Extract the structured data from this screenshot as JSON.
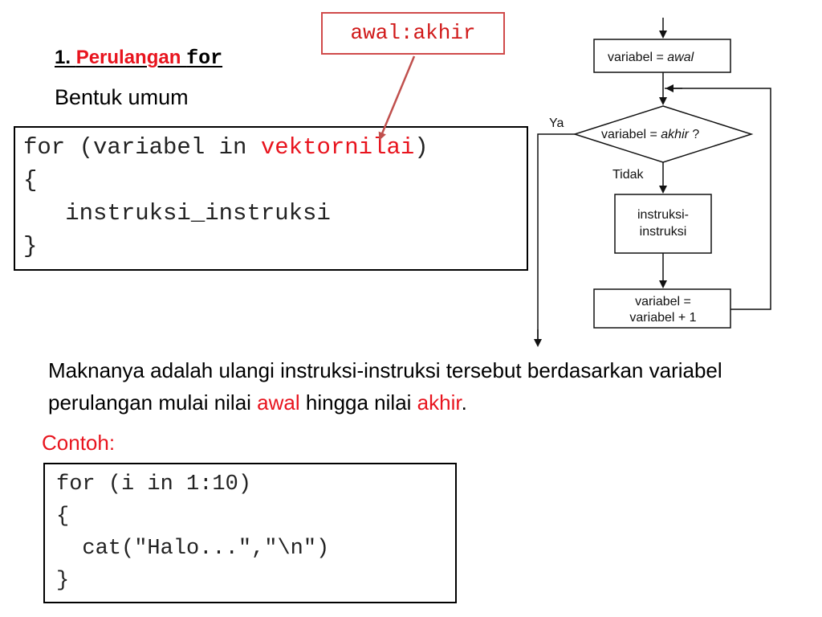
{
  "heading": {
    "number": "1. ",
    "word": "Perulangan ",
    "keyword": "for"
  },
  "subheading": "Bentuk umum",
  "annotation": "awal:akhir",
  "syntax": {
    "part1": "for (variabel in ",
    "part2": "vektornilai",
    "part3": ")",
    "line2": "{",
    "line3": "   instruksi_instruksi",
    "line4": "}"
  },
  "flowchart": {
    "init": "variabel = ",
    "init_italic": "awal",
    "condition": "variabel = ",
    "condition_italic": "akhir",
    "condition_suffix": " ?",
    "yes_label": "Ya",
    "no_label": "Tidak",
    "body_line1": "instruksi-",
    "body_line2": "instruksi",
    "increment_line1": "variabel =",
    "increment_line2": "variabel + 1"
  },
  "description": {
    "text1": "Maknanya adalah ulangi instruksi-instruksi tersebut berdasarkan variabel perulangan mulai nilai ",
    "awal": "awal",
    "text2": " hingga nilai ",
    "akhir": "akhir",
    "text3": "."
  },
  "example_label": "Contoh:",
  "example": {
    "line1": "for (i in 1:10)",
    "line2": "{",
    "line3": "  cat(\"Halo...\",\"\\n\")",
    "line4": "}"
  },
  "colors": {
    "accent_red": "#e8141e",
    "annotation_border": "#d04a4a",
    "arrow_red": "#c0504d"
  }
}
